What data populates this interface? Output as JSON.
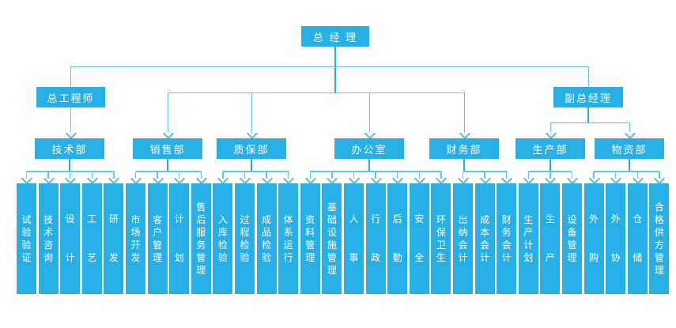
{
  "chart_data": {
    "type": "org-tree",
    "root": "总 经 理",
    "levels": [
      "总经理",
      "总工程师/副总经理",
      "部门",
      "职能"
    ],
    "hierarchy_note": "总经理→总工程师→技术部; 总经理→销售部/质保部/办公室/财务部; 总经理→副总经理→生产部/物资部"
  },
  "colors": {
    "box": "#27b0e5",
    "line_dark": "#29abe2",
    "line_light": "#5fc7ef",
    "arrow": "#4fc1ec",
    "text": "#ffffff",
    "background": "#ffffff"
  },
  "nodes": {
    "root": {
      "label": "总 经 理"
    },
    "chief_engineer": {
      "label": "总工程师"
    },
    "deputy_gm": {
      "label": "副总经理"
    }
  },
  "departments": [
    {
      "id": "technology",
      "label": "技术部",
      "parent": "chief_engineer",
      "children": [
        "试验验证",
        "技术咨询",
        "设计",
        "工艺",
        "研发"
      ]
    },
    {
      "id": "sales",
      "label": "销售部",
      "parent": "root",
      "children": [
        "市场开发",
        "客户管理",
        "计划",
        "售后服务管理"
      ]
    },
    {
      "id": "quality",
      "label": "质保部",
      "parent": "root",
      "children": [
        "入库检验",
        "过程检验",
        "成品检验",
        "体系运行"
      ]
    },
    {
      "id": "office",
      "label": "办公室",
      "parent": "root",
      "children": [
        "资料管理",
        "基础设施管理",
        "人事",
        "行政",
        "后勤",
        "安全",
        "环保卫生"
      ]
    },
    {
      "id": "finance",
      "label": "财务部",
      "parent": "root",
      "children": [
        "出纳会计",
        "成本会计",
        "财务会计"
      ]
    },
    {
      "id": "production",
      "label": "生产部",
      "parent": "deputy_gm",
      "children": [
        "生产计划",
        "生产",
        "设备管理"
      ]
    },
    {
      "id": "materials",
      "label": "物资部",
      "parent": "deputy_gm",
      "children": [
        "外购",
        "外协",
        "仓储",
        "合格供方管理"
      ]
    }
  ]
}
